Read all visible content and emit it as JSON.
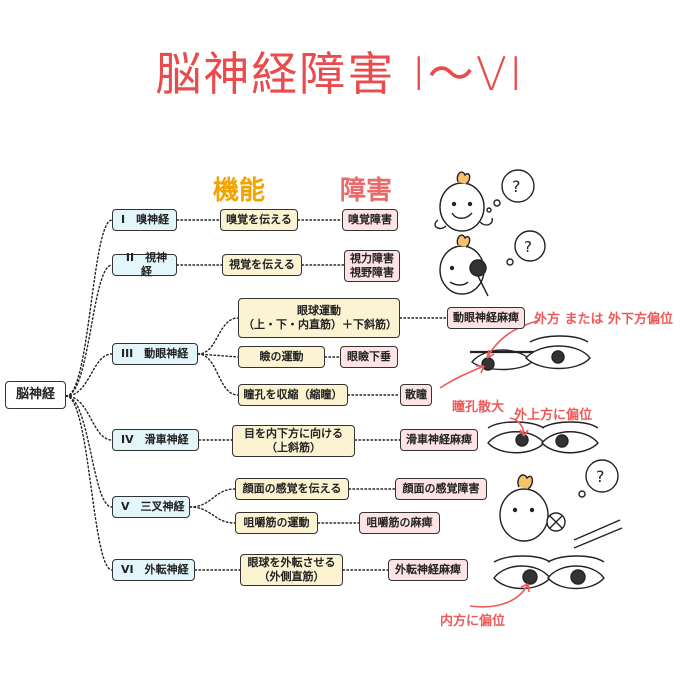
{
  "title": "脳神経障害 I〜VI",
  "headers": {
    "function": "機能",
    "disorder": "障害"
  },
  "root": "脳神経",
  "nerves": [
    {
      "label": "I　嗅神経"
    },
    {
      "label": "II　視神経"
    },
    {
      "label": "III　動眼神経"
    },
    {
      "label": "IV　滑車神経"
    },
    {
      "label": "V　三叉神経"
    },
    {
      "label": "VI　外転神経"
    }
  ],
  "functions": {
    "f1": "嗅覚を伝える",
    "f2": "視覚を伝える",
    "f3a_l1": "眼球運動",
    "f3a_l2": "（上・下・内直筋）＋下斜筋）",
    "f3b": "瞼の運動",
    "f3c": "瞳孔を収縮（縮瞳）",
    "f4_l1": "目を内下方に向ける",
    "f4_l2": "（上斜筋）",
    "f5a": "顔面の感覚を伝える",
    "f5b": "咀嚼筋の運動",
    "f6_l1": "眼球を外転させる",
    "f6_l2": "（外側直筋）"
  },
  "disorders": {
    "d1": "嗅覚障害",
    "d2_l1": "視力障害",
    "d2_l2": "視野障害",
    "d3a": "動眼神経麻痺",
    "d3b": "眼瞼下垂",
    "d3c": "散瞳",
    "d4": "滑車神経麻痺",
    "d5a": "顔面の感覚障害",
    "d5b": "咀嚼筋の麻痺",
    "d6": "外転神経麻痺"
  },
  "notes": {
    "n1": "外方 または 外下方偏位",
    "n2": "瞳孔散大",
    "n3": "外上方に偏位",
    "n4": "内方に偏位"
  },
  "colors": {
    "title": "#e84c4c",
    "function_header": "#f2a300",
    "nerve_box": "#e3f6fb",
    "function_box": "#fbf3d2",
    "disorder_box": "#fde3e6",
    "note": "#ee5a5a"
  }
}
